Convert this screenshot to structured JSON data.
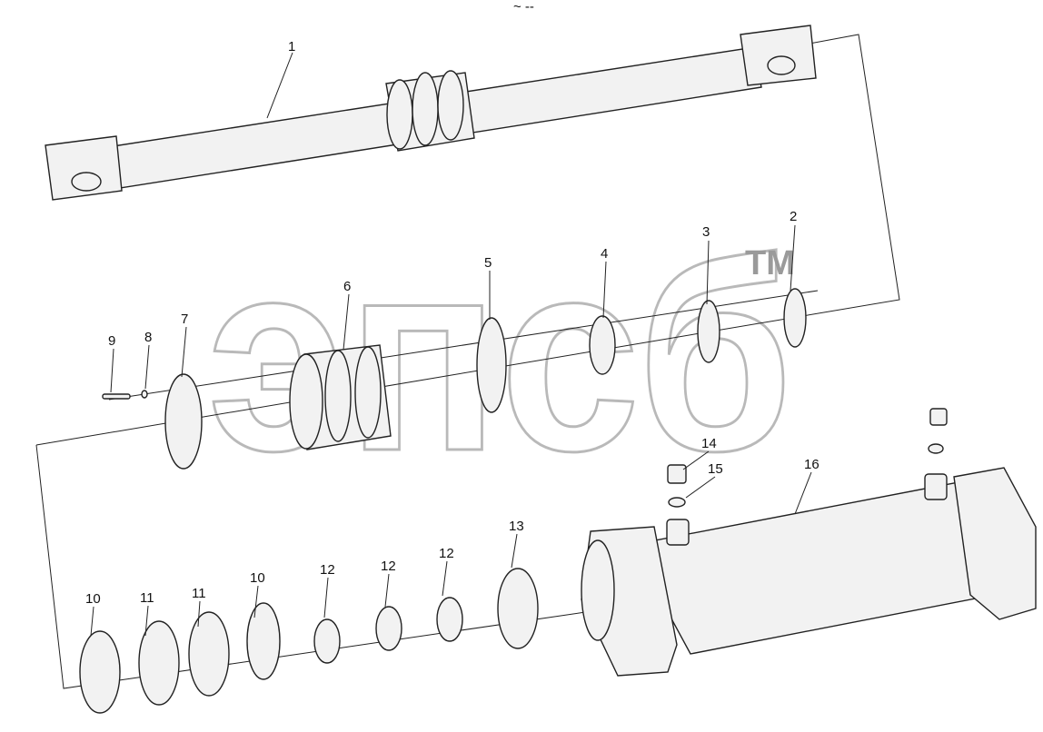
{
  "watermark": {
    "text": "эпсб",
    "trademark": "TM"
  },
  "header_mark": "~ --",
  "callouts": [
    {
      "id": "c1",
      "label": "1"
    },
    {
      "id": "c2",
      "label": "2"
    },
    {
      "id": "c3",
      "label": "3"
    },
    {
      "id": "c4",
      "label": "4"
    },
    {
      "id": "c5",
      "label": "5"
    },
    {
      "id": "c6",
      "label": "6"
    },
    {
      "id": "c7",
      "label": "7"
    },
    {
      "id": "c8",
      "label": "8"
    },
    {
      "id": "c9",
      "label": "9"
    },
    {
      "id": "c10a",
      "label": "10"
    },
    {
      "id": "c11a",
      "label": "11"
    },
    {
      "id": "c11b",
      "label": "11"
    },
    {
      "id": "c10b",
      "label": "10"
    },
    {
      "id": "c12a",
      "label": "12"
    },
    {
      "id": "c12b",
      "label": "12"
    },
    {
      "id": "c12c",
      "label": "12"
    },
    {
      "id": "c13",
      "label": "13"
    },
    {
      "id": "c14",
      "label": "14"
    },
    {
      "id": "c15",
      "label": "15"
    },
    {
      "id": "c16",
      "label": "16"
    }
  ]
}
